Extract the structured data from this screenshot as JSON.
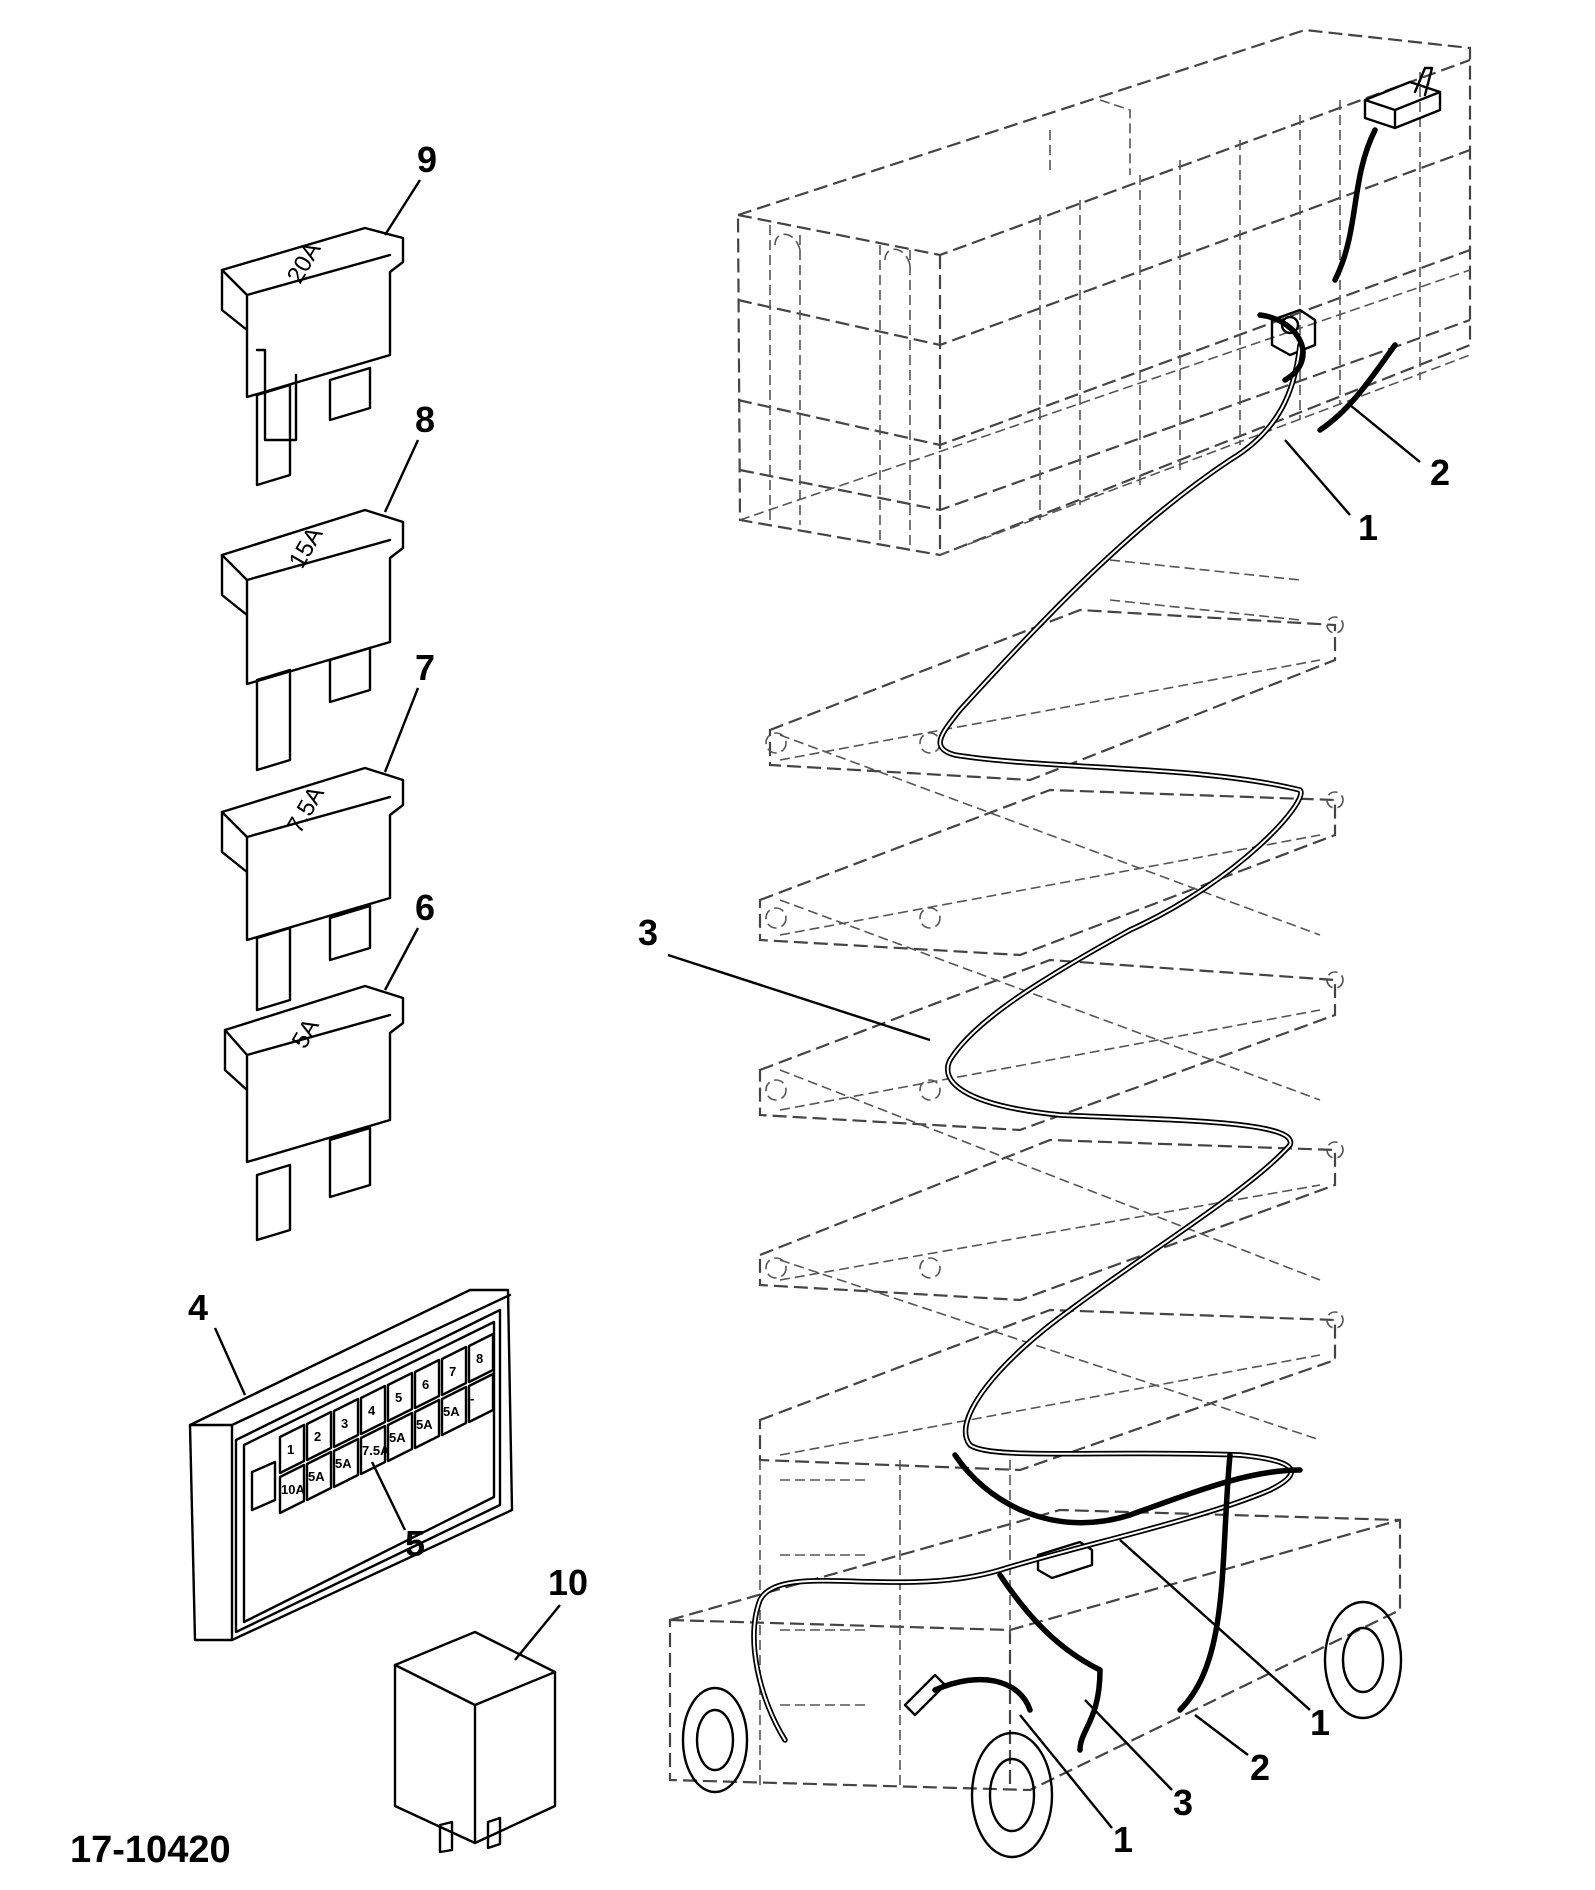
{
  "drawing_number": "17-10420",
  "fuses": [
    {
      "callout": "9",
      "rating": "20A"
    },
    {
      "callout": "8",
      "rating": "15A"
    },
    {
      "callout": "7",
      "rating": "7.5A"
    },
    {
      "callout": "6",
      "rating": "5A"
    }
  ],
  "fuse_block": {
    "callout_housing": "4",
    "callout_label": "5",
    "positions": [
      "1",
      "2",
      "3",
      "4",
      "5",
      "6",
      "7",
      "8"
    ],
    "ratings": [
      "10A",
      "5A",
      "5A",
      "7.5A",
      "5A",
      "5A",
      "5A",
      "-"
    ]
  },
  "relay": {
    "callout": "10"
  },
  "harness_callouts": [
    {
      "id": "platform-harness-upper",
      "label": "1"
    },
    {
      "id": "platform-cable-upper",
      "label": "2"
    },
    {
      "id": "scissor-cable",
      "label": "3"
    },
    {
      "id": "chassis-harness-right",
      "label": "1"
    },
    {
      "id": "chassis-cable-lower",
      "label": "2"
    },
    {
      "id": "chassis-scissor-cable-lower",
      "label": "3"
    },
    {
      "id": "chassis-harness-bottom",
      "label": "1"
    }
  ]
}
